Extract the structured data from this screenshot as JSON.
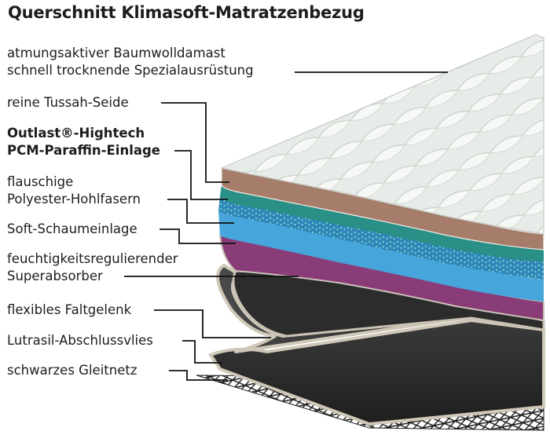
{
  "title": "Querschnitt Klimasoft-Matratzenbezug",
  "colors": {
    "damask": "#e6ebe6",
    "silk": "#a57d6a",
    "pcm": "#2a8f86",
    "hollowfiber": "#3d7fb5",
    "foam": "#46a6dc",
    "superabsorber": "#8a3c78",
    "absorber_edge": "#c9c2b4",
    "fleece": "#2e2e2e",
    "net": "#1a1a1a",
    "leader": "#111111"
  },
  "layers": [
    {
      "id": "damask",
      "lines": [
        "atmungsaktiver Baumwolldamast",
        "schnell trocknende Spezialausrüstung"
      ],
      "bold": false
    },
    {
      "id": "silk",
      "lines": [
        "reine Tussah-Seide"
      ],
      "bold": false
    },
    {
      "id": "pcm",
      "lines": [
        "Outlast®-Hightech",
        "PCM-Paraffin-Einlage"
      ],
      "bold": true
    },
    {
      "id": "hollowfiber",
      "lines": [
        "flauschige",
        "Polyester-Hohlfasern"
      ],
      "bold": false
    },
    {
      "id": "foam",
      "lines": [
        "Soft-Schaumeinlage"
      ],
      "bold": false
    },
    {
      "id": "superabsorber",
      "lines": [
        "feuchtigkeitsregulierender",
        "Superabsorber"
      ],
      "bold": false
    },
    {
      "id": "hinge",
      "lines": [
        "flexibles Faltgelenk"
      ],
      "bold": false
    },
    {
      "id": "fleece",
      "lines": [
        "Lutrasil-Abschlussvlies"
      ],
      "bold": false
    },
    {
      "id": "net",
      "lines": [
        "schwarzes Gleitnetz"
      ],
      "bold": false
    }
  ]
}
